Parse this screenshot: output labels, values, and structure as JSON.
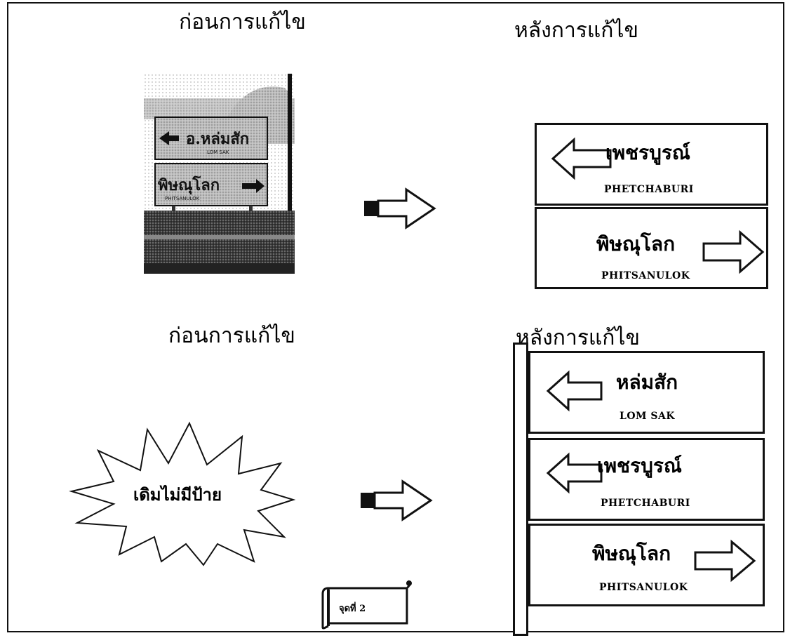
{
  "headings": {
    "before_top": "ก่อนการแก้ไข",
    "after_top": "หลังการแก้ไข",
    "before_bottom": "ก่อนการแก้ไข",
    "after_bottom": "หลังการแก้ไข"
  },
  "photo": {
    "sign1_th": "อ.หล่มสัก",
    "sign1_en": "LOM SAK",
    "sign2_th": "พิษณุโลก",
    "sign2_en": "PHITSANULOK"
  },
  "top_signs": [
    {
      "th": "เพชรบูรณ์",
      "en": "PHETCHABURI",
      "arrow": "left"
    },
    {
      "th": "พิษณุโลก",
      "en": "PHITSANULOK",
      "arrow": "right"
    }
  ],
  "bottom_signs": [
    {
      "th": "หล่มสัก",
      "en": "LOM  SAK",
      "arrow": "left"
    },
    {
      "th": "เพชรบูรณ์",
      "en": "PHETCHABURI",
      "arrow": "left"
    },
    {
      "th": "พิษณุโลก",
      "en": "PHITSANULOK",
      "arrow": "right"
    }
  ],
  "burst_text": "เดิมไม่มีป้าย",
  "scroll_label": "จุดที่ 2"
}
